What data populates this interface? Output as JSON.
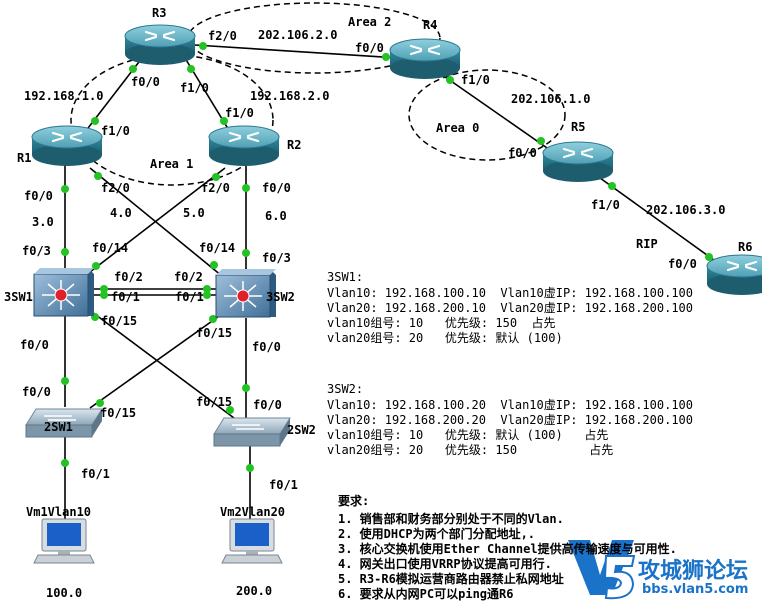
{
  "devices": {
    "r3": "R3",
    "r4": "R4",
    "r1": "R1",
    "r2": "R2",
    "r5": "R5",
    "r6": "R6",
    "sw3_1": "3SW1",
    "sw3_2": "3SW2",
    "sw2_1": "2SW1",
    "sw2_2": "2SW2",
    "pc1": "Vm1Vlan10",
    "pc2": "Vm2Vlan20",
    "pc1_ip": "100.0",
    "pc2_ip": "200.0"
  },
  "areas": {
    "a0": "Area 0",
    "a1": "Area 1",
    "a2": "Area 2",
    "rip": "RIP"
  },
  "networks": {
    "r3r4": "202.106.2.0",
    "r4r5": "202.106.1.0",
    "r5r6": "202.106.3.0",
    "r1r3": "192.168.1.0",
    "r2r3": "192.168.2.0",
    "n30": "3.0",
    "n40": "4.0",
    "n50": "5.0",
    "n60": "6.0"
  },
  "ports": {
    "r3_f20": "f2/0",
    "r3_f00": "f0/0",
    "r3_f10": "f1/0",
    "r4_f00": "f0/0",
    "r4_f10": "f1/0",
    "r5_f00": "f0/0",
    "r5_f10": "f1/0",
    "r6_f00": "f0/0",
    "r1_f10": "f1/0",
    "r1_f00": "f0/0",
    "r1_f20": "f2/0",
    "r2_f10": "f1/0",
    "r2_f20": "f2/0",
    "r2_f00": "f0/0",
    "s1_f03": "f0/3",
    "s1_f014": "f0/14",
    "s1_f02": "f0/2",
    "s1_f01": "f0/1",
    "s1_f015": "f0/15",
    "s1_f00": "f0/0",
    "s2_f014": "f0/14",
    "s2_f03": "f0/3",
    "s2_f02": "f0/2",
    "s2_f01": "f0/1",
    "s2_f015": "f0/15",
    "s2_f00": "f0/0",
    "w1_f00": "f0/0",
    "w1_f015": "f0/15",
    "w1_f01": "f0/1",
    "w2_f015": "f0/15",
    "w2_f00": "f0/0",
    "w2_f01": "f0/1"
  },
  "info_sw1": {
    "title": "3SW1:",
    "l1": "Vlan10: 192.168.100.10  Vlan10虚IP: 192.168.100.100",
    "l2": "Vlan20: 192.168.200.10  Vlan20虚IP: 192.168.200.100",
    "l3": "vlan10组号: 10   优先级: 150  占先",
    "l4": "vlan20组号: 20   优先级: 默认 (100)"
  },
  "info_sw2": {
    "title": "3SW2:",
    "l1": "Vlan10: 192.168.100.20  Vlan10虚IP: 192.168.100.100",
    "l2": "Vlan20: 192.168.200.20  Vlan20虚IP: 192.168.200.100",
    "l3": "vlan10组号: 10   优先级: 默认 (100)   占先",
    "l4": "vlan20组号: 20   优先级: 150          占先"
  },
  "requirements": {
    "title": "要求:",
    "items": [
      "1. 销售部和财务部分别处于不同的Vlan.",
      "2. 使用DHCP为两个部门分配地址,.",
      "3. 核心交换机使用Ether Channel提供高传输速度与可用性.",
      "4. 网关出口使用VRRP协议提高可用行.",
      "5. R3-R6模拟运营商路由器禁止私网地址",
      "6. 要求从内网PC可以ping通R6"
    ]
  },
  "watermark": {
    "text": "攻城狮论坛",
    "url": "bbs.vlan5.com",
    "logo": "V5"
  },
  "colors": {
    "router_top": "#6fb7c8",
    "router_side": "#2f7f93",
    "switch3_face": "#5d8fb5",
    "switch2_face": "#9fb4c4",
    "link": "#000000",
    "dot": "#22c322",
    "watermark": "#1a73c9"
  }
}
